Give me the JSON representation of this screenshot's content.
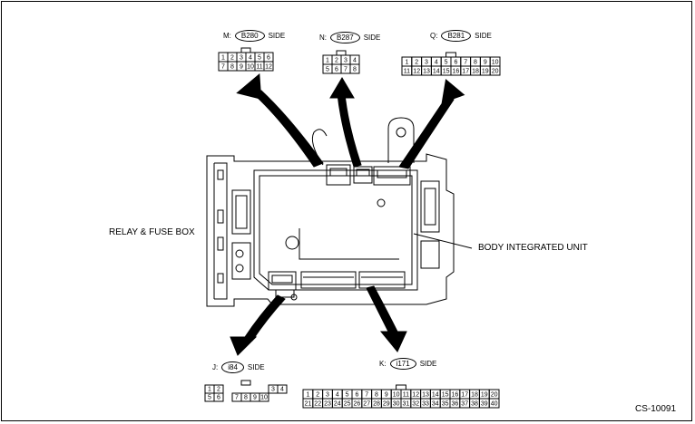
{
  "labels": {
    "relay_fuse_box": "RELAY & FUSE BOX",
    "body_integrated_unit": "BODY INTEGRATED UNIT",
    "figure_code": "CS-10091"
  },
  "connectors": {
    "M": {
      "prefix": "M:",
      "code": "B280",
      "suffix": "SIDE",
      "row1": [
        "1",
        "2",
        "3",
        "4",
        "5",
        "6"
      ],
      "row2": [
        "7",
        "8",
        "9",
        "10",
        "11",
        "12"
      ]
    },
    "N": {
      "prefix": "N:",
      "code": "B287",
      "suffix": "SIDE",
      "row1": [
        "1",
        "2",
        "3",
        "4"
      ],
      "row2": [
        "5",
        "6",
        "7",
        "8"
      ]
    },
    "Q": {
      "prefix": "Q:",
      "code": "B281",
      "suffix": "SIDE",
      "row1": [
        "1",
        "2",
        "3",
        "4",
        "5",
        "6",
        "7",
        "8",
        "9",
        "10"
      ],
      "row2": [
        "11",
        "12",
        "13",
        "14",
        "15",
        "16",
        "17",
        "18",
        "19",
        "20"
      ]
    },
    "J": {
      "prefix": "J:",
      "code": "i84",
      "suffix": "SIDE",
      "row1": [
        "1",
        "2",
        "",
        "",
        "",
        "",
        "",
        "3",
        "4"
      ],
      "row2": [
        "5",
        "6",
        "",
        "7",
        "8",
        "9",
        "10"
      ]
    },
    "K": {
      "prefix": "K:",
      "code": "i171",
      "suffix": "SIDE",
      "row1": [
        "1",
        "2",
        "3",
        "4",
        "5",
        "6",
        "7",
        "8",
        "9",
        "10",
        "11",
        "12",
        "13",
        "14",
        "15",
        "16",
        "17",
        "18",
        "19",
        "20"
      ],
      "row2": [
        "21",
        "22",
        "23",
        "24",
        "25",
        "26",
        "27",
        "28",
        "29",
        "30",
        "31",
        "32",
        "33",
        "34",
        "35",
        "36",
        "37",
        "38",
        "39",
        "40"
      ]
    }
  }
}
